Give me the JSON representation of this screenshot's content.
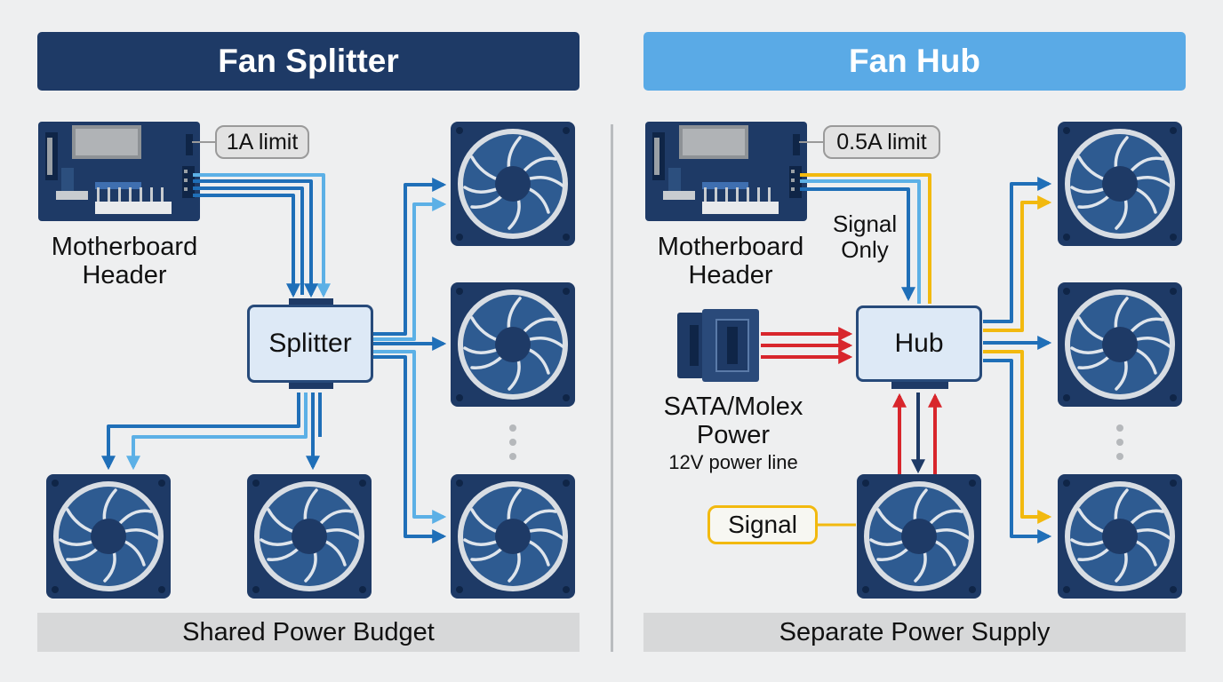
{
  "left": {
    "title": "Fan Splitter",
    "limit": "1A limit",
    "header_label": "Motherboard\nHeader",
    "device": "Splitter",
    "footer": "Shared Power Budget"
  },
  "right": {
    "title": "Fan Hub",
    "limit": "0.5A limit",
    "header_label": "Motherboard\nHeader",
    "signal_only": "Signal\nOnly",
    "device": "Hub",
    "power_label": "SATA/Molex\nPower",
    "power_sub": "12V power line",
    "signal": "Signal",
    "footer": "Separate Power Supply"
  },
  "colors": {
    "navy": "#1e3a66",
    "sky": "#5aaae6",
    "blue_line": "#1f6fb8",
    "light_blue_line": "#5cb0e6",
    "yellow_line": "#f2b90f",
    "red_line": "#d8262c",
    "dark_line": "#1e3a66"
  }
}
